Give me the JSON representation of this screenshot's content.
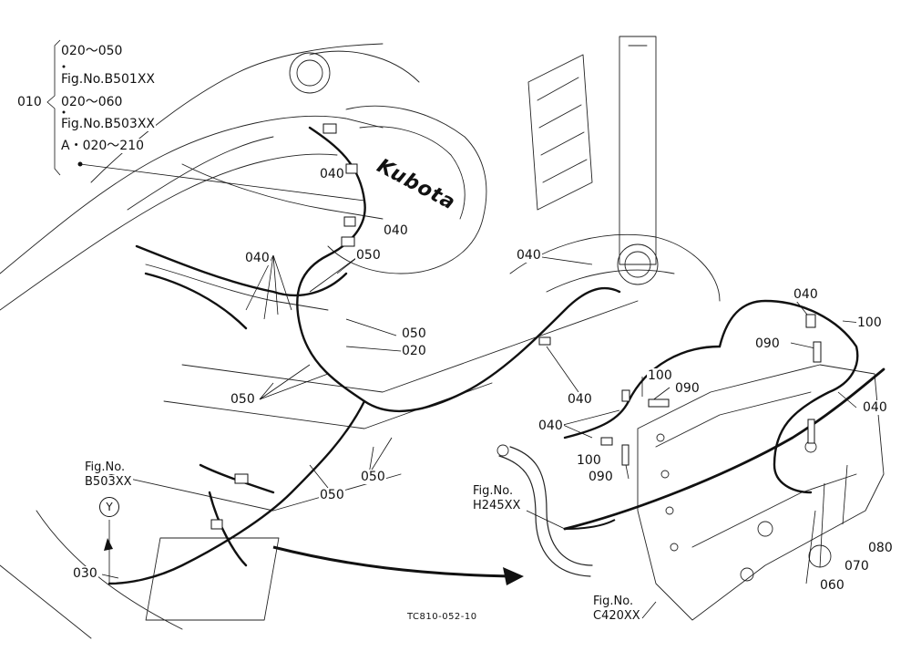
{
  "callout_010": {
    "main": "010",
    "line1": "020～050",
    "line2": "Fig.No.B501XX",
    "line3": "020～060",
    "line4": "Fig.No.B503XX",
    "line5": "A・020～210"
  },
  "parts": {
    "p020": "020",
    "p030": "030",
    "p040": "040",
    "p050": "050",
    "p060": "060",
    "p070": "070",
    "p080": "080",
    "p090": "090",
    "p100": "100"
  },
  "refs": {
    "b503_fig": "Fig.No.",
    "b503_num": "B503XX",
    "b503_marker": "Y",
    "h245_fig": "Fig.No.",
    "h245_num": "H245XX",
    "c420_fig": "Fig.No.",
    "c420_num": "C420XX"
  },
  "brand": "Kubota",
  "drawing_code": "TC810-052-10"
}
